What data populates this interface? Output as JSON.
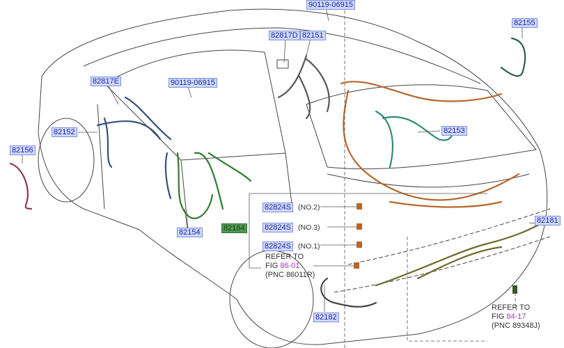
{
  "parts": {
    "bolt_top": "90119-06915",
    "p82155": "82155",
    "p82817D": "82817D",
    "p82151": "82151",
    "p82817E": "82817E",
    "bolt_door": "90119-06915",
    "p82152": "82152",
    "p82153": "82153",
    "p82156": "82156",
    "p82824S_no2": "82824S",
    "p82824S_no3": "82824S",
    "p82824S_no1": "82824S",
    "p82184": "82184",
    "p82154": "82154",
    "p82181": "82181",
    "p82182": "82182"
  },
  "notes": {
    "no2": "(NO.2)",
    "no3": "(NO.3)",
    "no1": "(NO.1)"
  },
  "refs": [
    {
      "line1": "REFER TO",
      "fig_prefix": "FIG ",
      "fig": "86-01",
      "pnc": "(PNC 86011R)"
    },
    {
      "line1": "REFER TO",
      "fig_prefix": "FIG ",
      "fig": "84-17",
      "pnc": "(PNC 89348J)"
    }
  ],
  "colors": {
    "label_fill": "#cdd9fb",
    "label_text": "#2424a8",
    "fig_link": "#a23ac0",
    "harness_orange": "#b8652a",
    "harness_teal": "#2f8a76",
    "harness_green": "#2d7a2d",
    "harness_olive": "#6b6b2a",
    "harness_navy": "#34507a",
    "harness_maroon": "#8a3a4a"
  }
}
